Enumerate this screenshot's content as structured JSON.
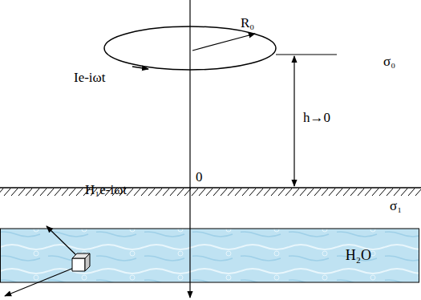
{
  "diagram": {
    "nodes": [
      {
        "text": [
          "H₂O"
        ]
      }
    ],
    "labels": [
      "Ie-iωt",
      "R₀",
      "σ₀",
      "h→0",
      "0",
      "σ₁",
      "H₁e-iωt"
    ]
  }
}
